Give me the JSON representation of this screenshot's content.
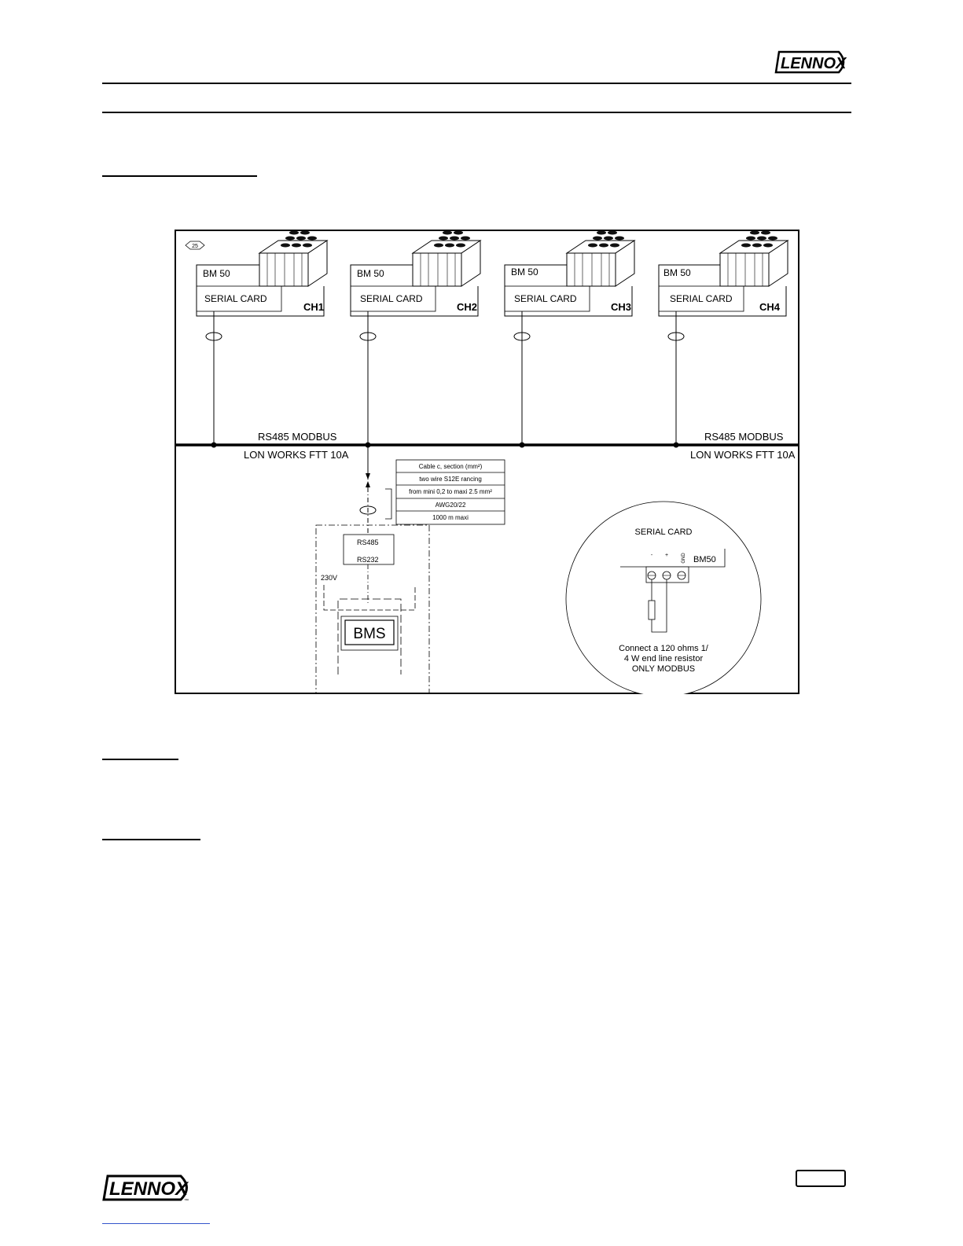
{
  "header": {
    "brand": "LENNOX"
  },
  "footer": {
    "brand": "LENNOX",
    "trademark": "™"
  },
  "diagram": {
    "figure_number": "25",
    "units": [
      {
        "model": "BM 50",
        "card": "SERIAL CARD",
        "id": "CH1"
      },
      {
        "model": "BM 50",
        "card": "SERIAL CARD",
        "id": "CH2"
      },
      {
        "model": "BM 50",
        "card": "SERIAL CARD",
        "id": "CH3"
      },
      {
        "model": "BM 50",
        "card": "SERIAL CARD",
        "id": "CH4"
      }
    ],
    "bus_labels": {
      "left_top": "RS485 MODBUS",
      "left_bottom": "LON WORKS FTT 10A",
      "right_top": "RS485 MODBUS",
      "right_bottom": "LON WORKS FTT 10A"
    },
    "cable_table": [
      "Cable c, section (mm²)",
      "two wire S12E rancing",
      "from mini 0,2 to maxi 2.5 mm²",
      "AWG20/22",
      "1000 m maxi"
    ],
    "gateway": {
      "line1": "RS485",
      "line2": "RS232",
      "power": "230V"
    },
    "bms_label": "BMS",
    "detail": {
      "title": "SERIAL CARD",
      "board": "BM50",
      "term_minus": "-",
      "term_plus": "+",
      "term_gnd": "GND",
      "note_line1": "Connect a 120 ohms 1/",
      "note_line2": "4 W end line resistor",
      "note_line3": "ONLY MODBUS"
    }
  }
}
